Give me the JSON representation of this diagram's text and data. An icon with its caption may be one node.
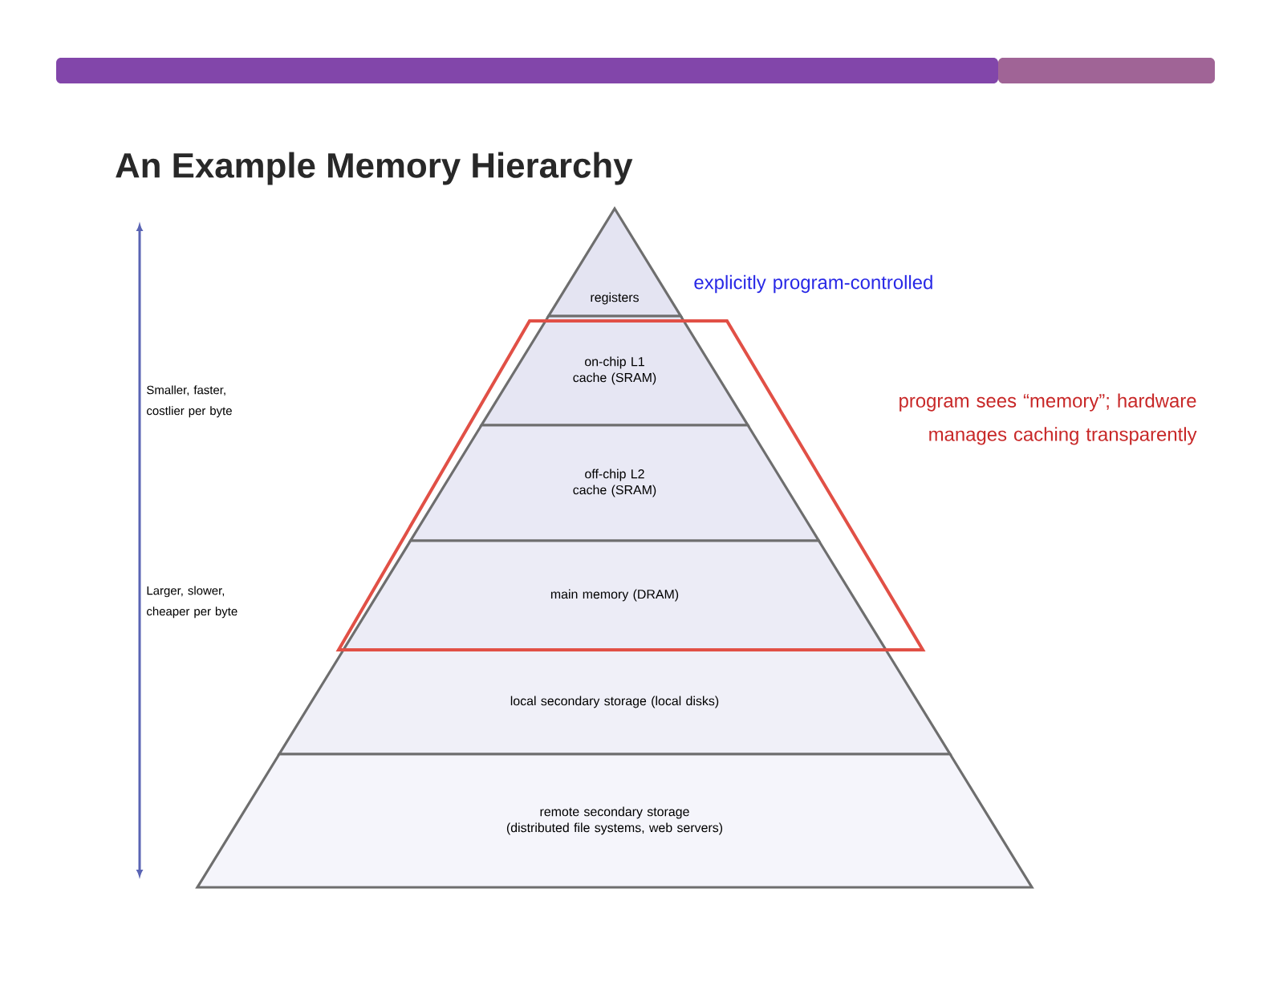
{
  "diagram": {
    "title": "An Example Memory Hierarchy",
    "nodes": [
      {
        "text": [
          "registers"
        ]
      },
      {
        "text": [
          "on-chip L1 cache (SRAM)"
        ]
      },
      {
        "text": [
          "off-chip L2 cache (SRAM)"
        ]
      },
      {
        "text": [
          "main memory (DRAM)"
        ]
      },
      {
        "text": [
          "local secondary storage (local disks)"
        ]
      },
      {
        "text": [
          "remote secondary storage (distributed file systems, web servers)"
        ]
      }
    ],
    "labels": [
      "explicitly program-controlled",
      "program sees “memory”; hardware manages caching transparently",
      "Smaller, faster, costlier per byte",
      "Larger, slower, cheaper per byte"
    ]
  }
}
